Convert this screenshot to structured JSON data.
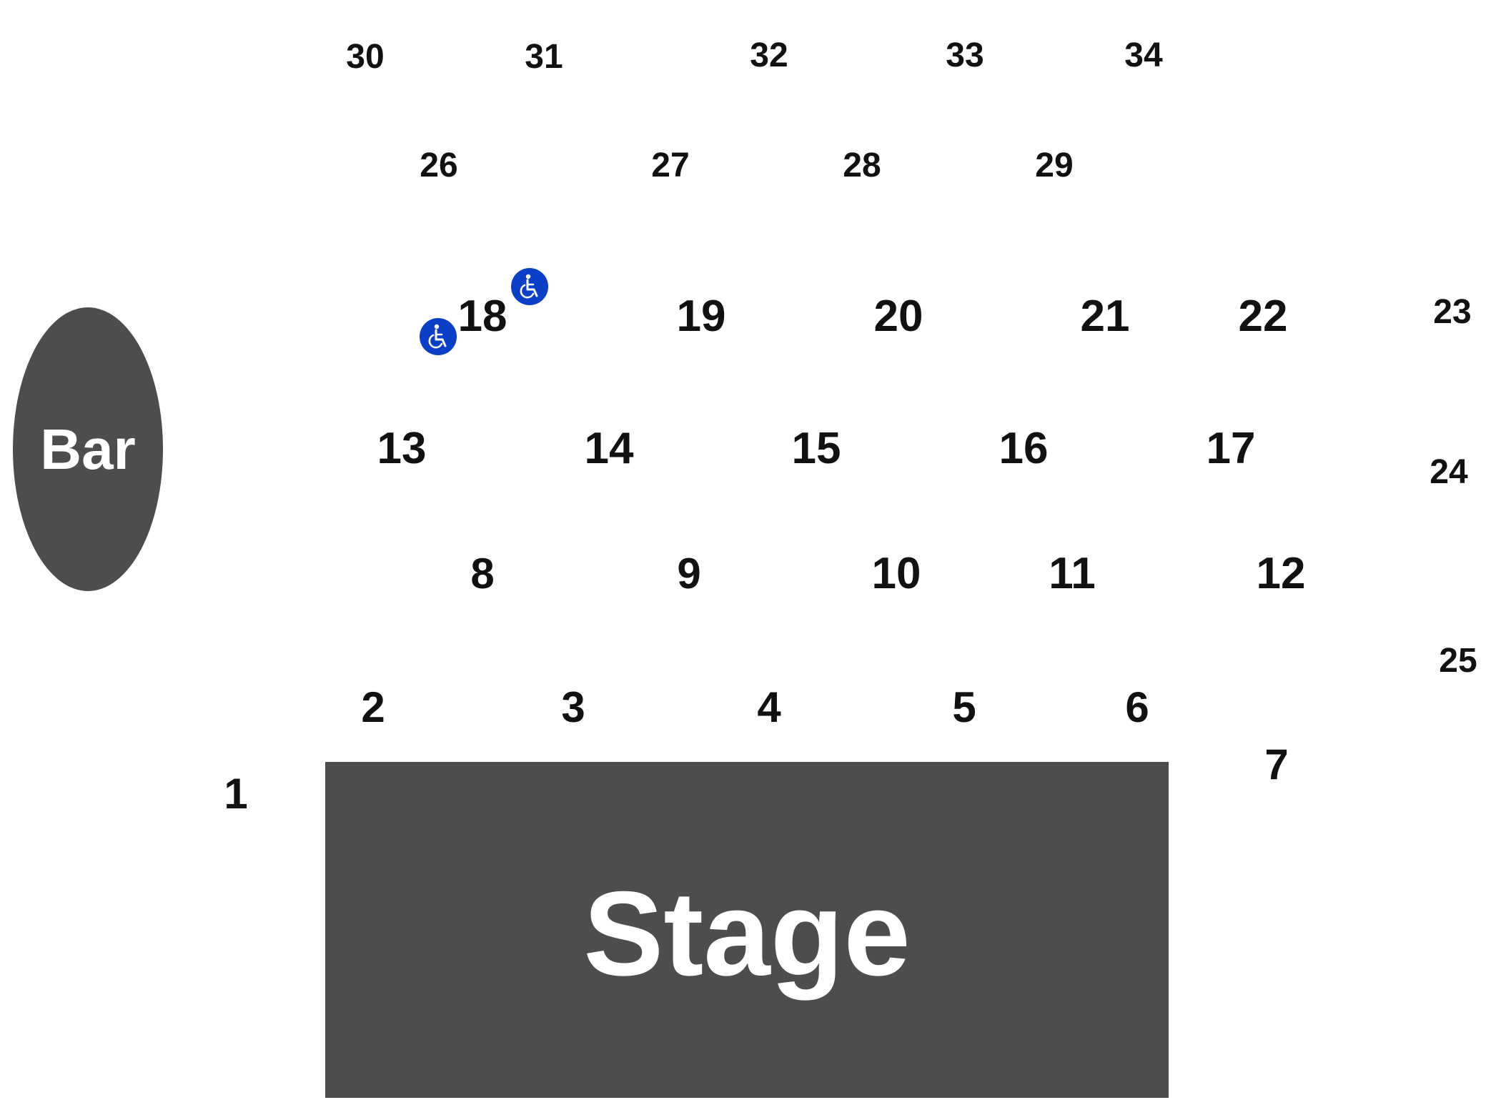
{
  "venue": {
    "colors": {
      "block_fill": "#4d4d4d",
      "block_text": "#ffffff",
      "number_text": "#111111",
      "accessible_fill": "#0a3fc6"
    },
    "bar": {
      "label": "Bar"
    },
    "stage": {
      "label": "Stage"
    },
    "accessible_icon": "wheelchair-icon",
    "tables": [
      {
        "id": "1",
        "label": "1"
      },
      {
        "id": "2",
        "label": "2"
      },
      {
        "id": "3",
        "label": "3"
      },
      {
        "id": "4",
        "label": "4"
      },
      {
        "id": "5",
        "label": "5"
      },
      {
        "id": "6",
        "label": "6"
      },
      {
        "id": "7",
        "label": "7"
      },
      {
        "id": "8",
        "label": "8"
      },
      {
        "id": "9",
        "label": "9"
      },
      {
        "id": "10",
        "label": "10"
      },
      {
        "id": "11",
        "label": "11"
      },
      {
        "id": "12",
        "label": "12"
      },
      {
        "id": "13",
        "label": "13"
      },
      {
        "id": "14",
        "label": "14"
      },
      {
        "id": "15",
        "label": "15"
      },
      {
        "id": "16",
        "label": "16"
      },
      {
        "id": "17",
        "label": "17"
      },
      {
        "id": "18",
        "label": "18"
      },
      {
        "id": "19",
        "label": "19"
      },
      {
        "id": "20",
        "label": "20"
      },
      {
        "id": "21",
        "label": "21"
      },
      {
        "id": "22",
        "label": "22"
      },
      {
        "id": "23",
        "label": "23"
      },
      {
        "id": "24",
        "label": "24"
      },
      {
        "id": "25",
        "label": "25"
      },
      {
        "id": "26",
        "label": "26"
      },
      {
        "id": "27",
        "label": "27"
      },
      {
        "id": "28",
        "label": "28"
      },
      {
        "id": "29",
        "label": "29"
      },
      {
        "id": "30",
        "label": "30"
      },
      {
        "id": "31",
        "label": "31"
      },
      {
        "id": "32",
        "label": "32"
      },
      {
        "id": "33",
        "label": "33"
      },
      {
        "id": "34",
        "label": "34"
      }
    ]
  }
}
